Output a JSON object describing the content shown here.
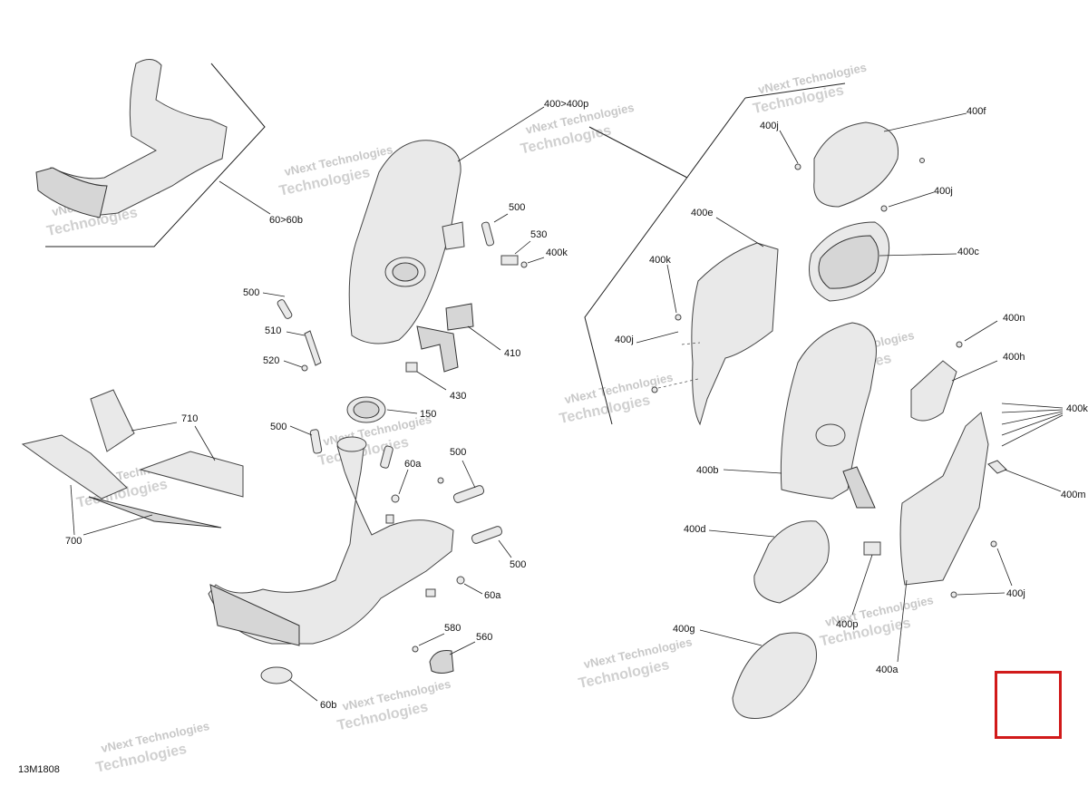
{
  "diagram": {
    "code": "13M1808",
    "watermark_line1": "vNext Technologies",
    "watermark_line2": "Technologies",
    "labels": {
      "l_60_60b": "60>60b",
      "l_400_400p": "400>400p",
      "l_500_a": "500",
      "l_530": "530",
      "l_400k_a": "400k",
      "l_500_b": "500",
      "l_510": "510",
      "l_520": "520",
      "l_410": "410",
      "l_430": "430",
      "l_150": "150",
      "l_500_c": "500",
      "l_500_d": "500",
      "l_60a_a": "60a",
      "l_500_e": "500",
      "l_60a_b": "60a",
      "l_580": "580",
      "l_560": "560",
      "l_60b": "60b",
      "l_710": "710",
      "l_700": "700",
      "l_400j_a": "400j",
      "l_400f": "400f",
      "l_400j_b": "400j",
      "l_400e": "400e",
      "l_400c": "400c",
      "l_400k_b": "400k",
      "l_400j_c": "400j",
      "l_400n": "400n",
      "l_400h": "400h",
      "l_400k_c": "400k",
      "l_400b": "400b",
      "l_400m": "400m",
      "l_400d": "400d",
      "l_400p": "400p",
      "l_400j_d": "400j",
      "l_400g": "400g",
      "l_400a": "400a"
    }
  },
  "colors": {
    "selection": "#d11a1a",
    "part_fill": "#e9e9e9",
    "line": "#222222"
  }
}
